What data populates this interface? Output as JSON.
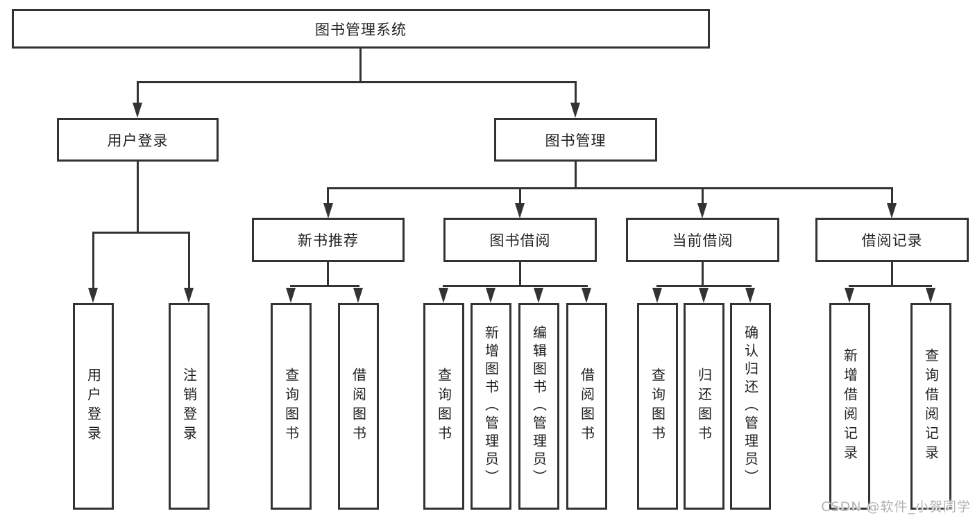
{
  "diagram_title": "图书管理系统",
  "nodes": {
    "root": {
      "label": "图书管理系统"
    },
    "user_login": {
      "label": "用户登录"
    },
    "book_management": {
      "label": "图书管理"
    },
    "new_book_recommend": {
      "label": "新书推荐"
    },
    "book_borrowing": {
      "label": "图书借阅"
    },
    "current_borrowing": {
      "label": "当前借阅"
    },
    "borrowing_records": {
      "label": "借阅记录"
    },
    "leaf_user_login": {
      "label": "用户登录"
    },
    "leaf_logout": {
      "label": "注销登录"
    },
    "leaf_query_books_a": {
      "label": "查询图书"
    },
    "leaf_borrow_books_a": {
      "label": "借阅图书"
    },
    "leaf_query_books_b": {
      "label": "查询图书"
    },
    "leaf_add_books_admin": {
      "label": "新增图书（管理员）"
    },
    "leaf_edit_books_admin": {
      "label": "编辑图书（管理员）"
    },
    "leaf_borrow_books_b": {
      "label": "借阅图书"
    },
    "leaf_query_books_c": {
      "label": "查询图书"
    },
    "leaf_return_books": {
      "label": "归还图书"
    },
    "leaf_confirm_return_admin": {
      "label": "确认归还（管理员）"
    },
    "leaf_add_borrow_record": {
      "label": "新增借阅记录"
    },
    "leaf_query_borrow_record": {
      "label": "查询借阅记录"
    }
  },
  "hierarchy": {
    "root": "图书管理系统",
    "branches": [
      {
        "label": "用户登录",
        "children": [
          "用户登录",
          "注销登录"
        ]
      },
      {
        "label": "图书管理",
        "children": [
          {
            "label": "新书推荐",
            "children": [
              "查询图书",
              "借阅图书"
            ]
          },
          {
            "label": "图书借阅",
            "children": [
              "查询图书",
              "新增图书（管理员）",
              "编辑图书（管理员）",
              "借阅图书"
            ]
          },
          {
            "label": "当前借阅",
            "children": [
              "查询图书",
              "归还图书",
              "确认归还（管理员）"
            ]
          },
          {
            "label": "借阅记录",
            "children": [
              "新增借阅记录",
              "查询借阅记录"
            ]
          }
        ]
      }
    ]
  },
  "watermark": {
    "text": "CSDN @软件_小贺同学"
  },
  "colors": {
    "line": "#333333",
    "box_background": "#ffffff",
    "text": "#1f1f1f",
    "watermark": "#b4b4b4"
  }
}
